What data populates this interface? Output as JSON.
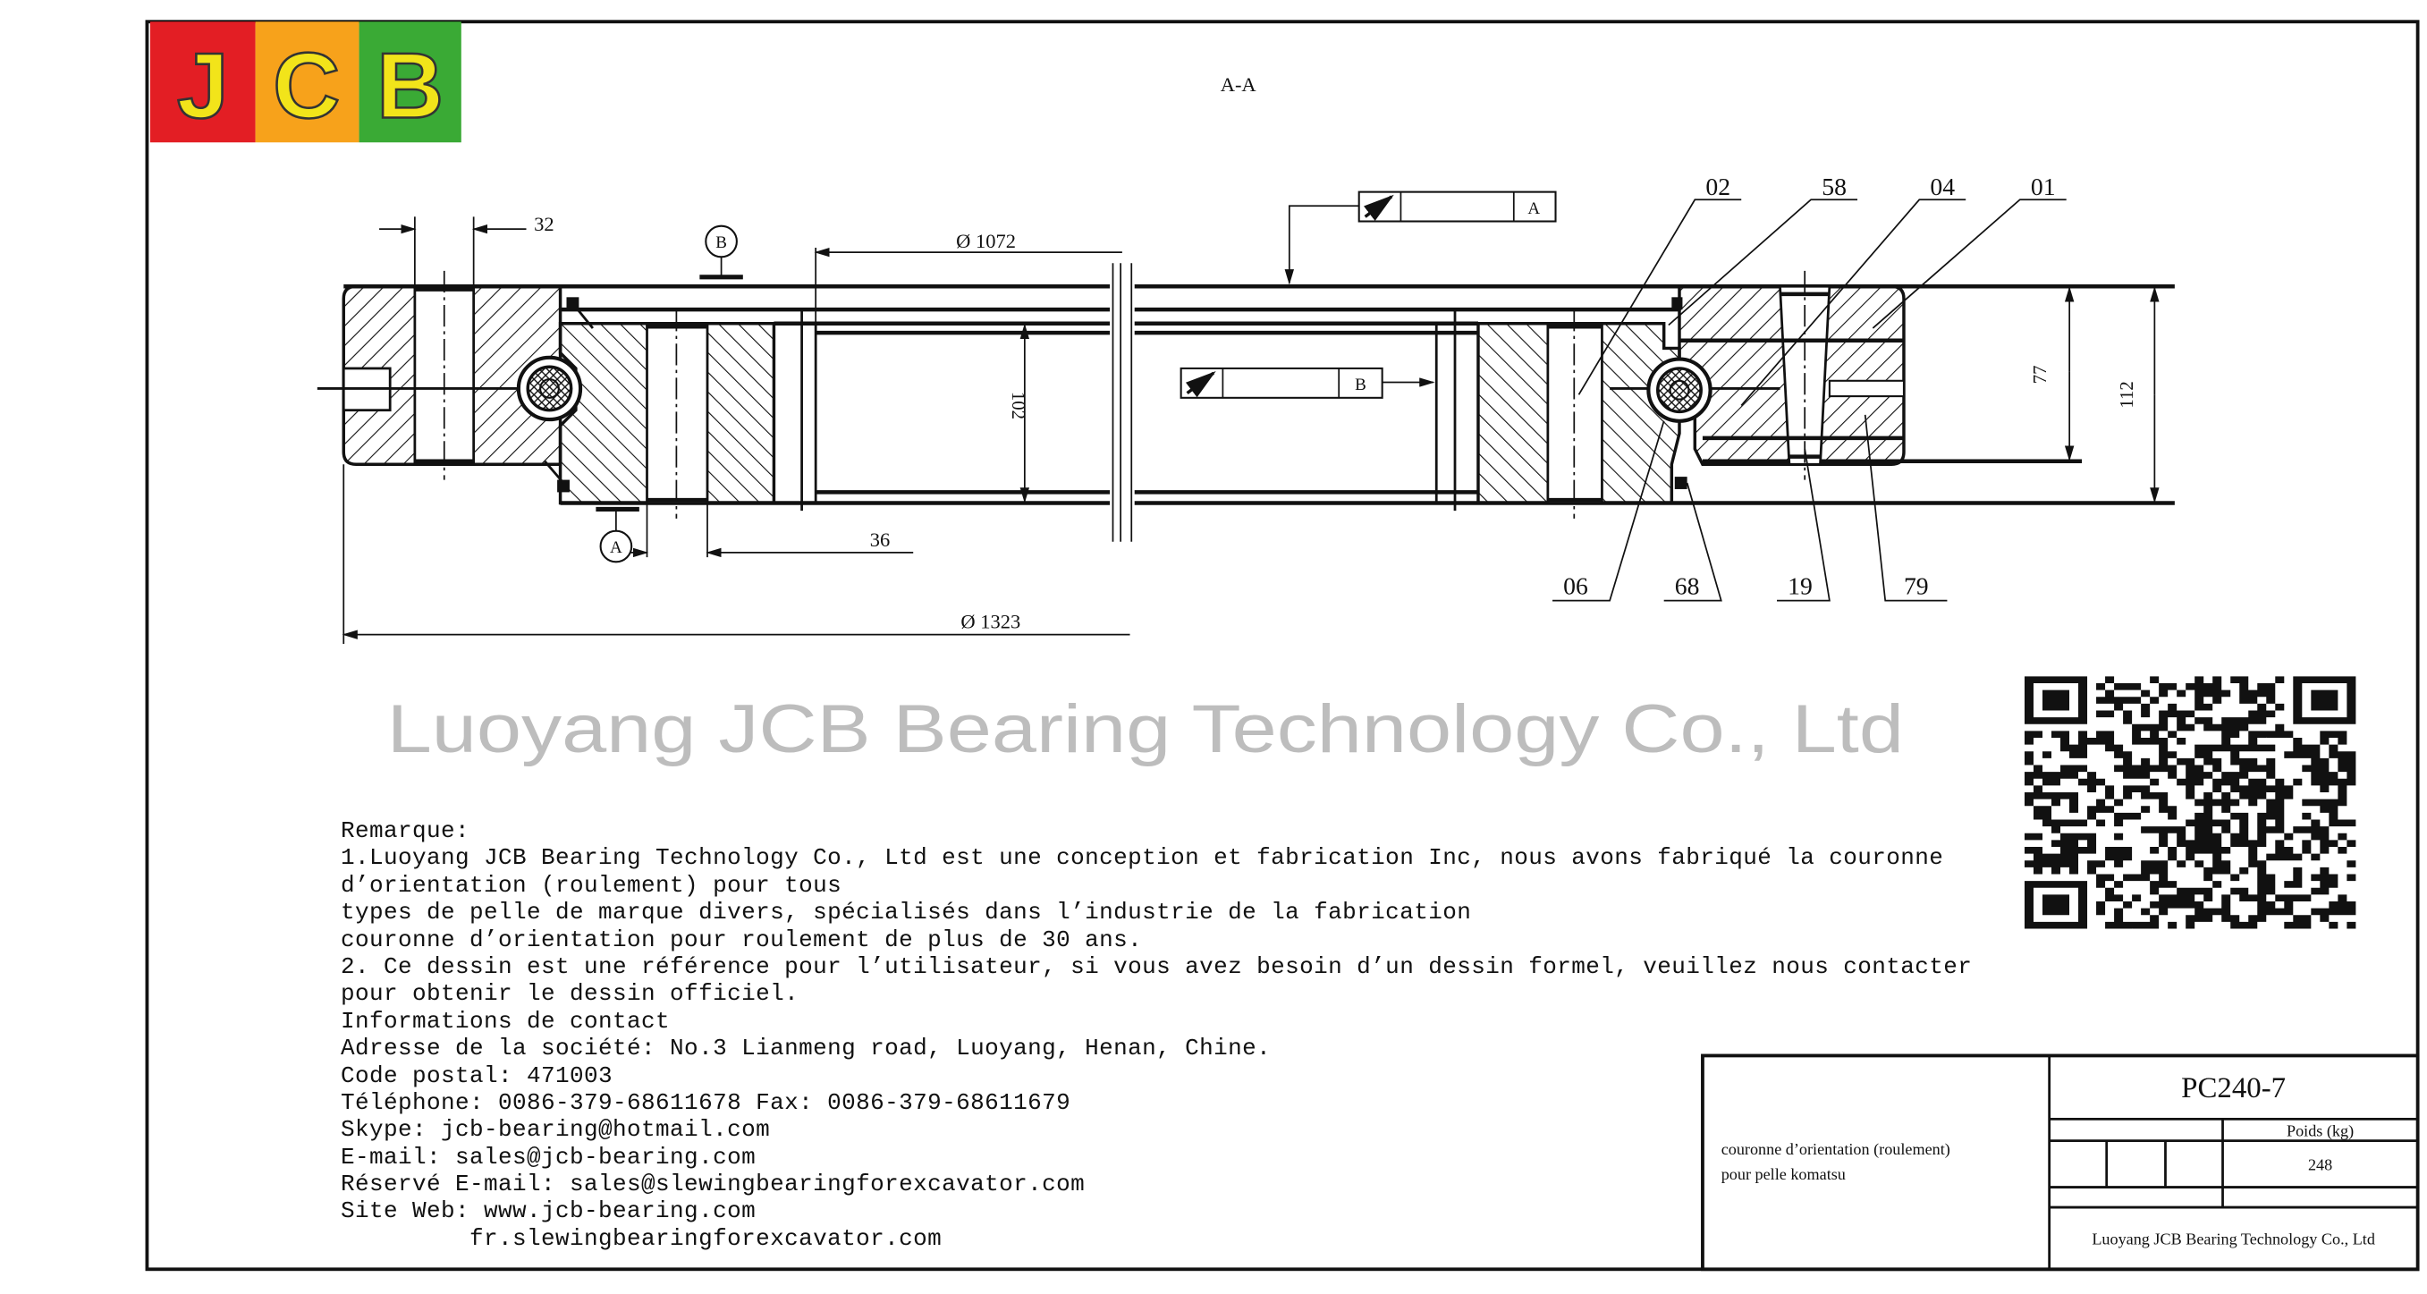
{
  "logo": {
    "letters": [
      "J",
      "C",
      "B"
    ],
    "colors": [
      "#e31e24",
      "#f7a21b",
      "#3aaa35"
    ],
    "letter_color": "#f2e41a"
  },
  "drawing": {
    "section_label": "A-A",
    "dimensions": {
      "hole_width": "32",
      "inner_hole_width": "36",
      "inner_diameter": "Ø 1072",
      "outer_diameter": "Ø 1323",
      "inner_height": "102",
      "outer_ring_height": "77",
      "total_height": "112"
    },
    "datums": {
      "a": "A",
      "b": "B"
    },
    "tolerance_frames": [
      {
        "datum": "A"
      },
      {
        "datum": "B"
      }
    ],
    "part_labels_top": [
      "02",
      "58",
      "04",
      "01"
    ],
    "part_labels_bottom": [
      "06",
      "68",
      "19",
      "79"
    ]
  },
  "watermark": "Luoyang JCB Bearing Technology Co., Ltd",
  "notes": [
    "Remarque:",
    "1.Luoyang JCB Bearing Technology Co., Ltd est une conception et fabrication Inc, nous avons fabriqué la couronne",
    "d’orientation (roulement) pour tous",
    "types de pelle de marque divers, spécialisés dans l’industrie de la fabrication",
    "couronne d’orientation pour roulement de plus de 30 ans.",
    "2. Ce dessin est une référence pour l’utilisateur, si vous avez besoin d’un dessin formel, veuillez nous contacter",
    "pour obtenir le dessin officiel.",
    "Informations de contact",
    "Adresse de la société: No.3 Lianmeng road, Luoyang, Henan, Chine.",
    "Code postal: 471003",
    "Téléphone: 0086-379-68611678 Fax: 0086-379-68611679",
    "Skype: jcb-bearing@hotmail.com",
    "E-mail: sales@jcb-bearing.com",
    "Réservé E-mail: sales@slewingbearingforexcavator.com",
    "Site Web: www.jcb-bearing.com",
    "         fr.slewingbearingforexcavator.com"
  ],
  "title_block": {
    "description_line1": "couronne d’orientation (roulement)",
    "description_line2": "pour pelle komatsu",
    "model": "PC240-7",
    "weight_label": "Poids (kg)",
    "weight_value": "248",
    "company": "Luoyang JCB Bearing Technology Co., Ltd"
  }
}
